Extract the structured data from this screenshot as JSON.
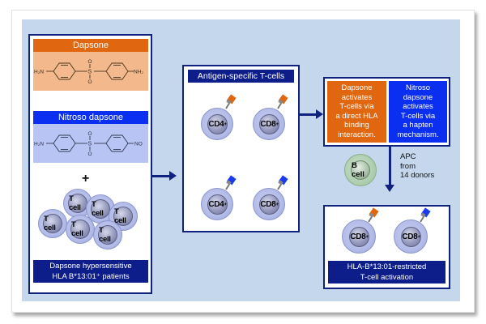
{
  "left_panel": {
    "dapsone": {
      "title": "Dapsone",
      "left_group": "H₂N",
      "right_group": "NH₂",
      "sulfonyl": {
        "s": "S",
        "o_top": "O",
        "o_bottom": "O"
      },
      "header_color": "#e0660f",
      "body_color": "#f3b98d"
    },
    "nitroso_dapsone": {
      "title": "Nitroso dapsone",
      "left_group": "H₂N",
      "right_group": "NO",
      "sulfonyl": {
        "s": "S",
        "o_top": "O",
        "o_bottom": "O"
      },
      "header_color": "#0a2ff0",
      "body_color": "#b8c4f4"
    },
    "plus": "+",
    "t_cells": [
      "T cell",
      "T cell",
      "T cell",
      "T cell",
      "T cell",
      "T cell"
    ],
    "caption_line1": "Dapsone hypersensitive",
    "caption_line2": "HLA B*13:01⁺ patients"
  },
  "middle_panel": {
    "title": "Antigen-specific T-cells",
    "cells": [
      {
        "label": "CD4",
        "sup": "+",
        "receptor": "orange"
      },
      {
        "label": "CD8",
        "sup": "+",
        "receptor": "orange"
      },
      {
        "label": "CD4",
        "sup": "+",
        "receptor": "blue"
      },
      {
        "label": "CD8",
        "sup": "+",
        "receptor": "blue"
      }
    ]
  },
  "mechanism_panel": {
    "dapsone_text": [
      "Dapsone",
      "activates",
      "T-cells via",
      "a direct HLA",
      "binding",
      "interaction."
    ],
    "nitroso_text": [
      "Nitroso",
      "dapsone",
      "activates",
      "T-cells via",
      "a hapten",
      "mechanism."
    ]
  },
  "apc": {
    "b_cell_label": "B cell",
    "text_lines": [
      "APC",
      "from",
      "14 donors"
    ]
  },
  "result_panel": {
    "cells": [
      {
        "label": "CD8",
        "sup": "+",
        "receptor": "orange"
      },
      {
        "label": "CD8",
        "sup": "+",
        "receptor": "blue"
      }
    ],
    "caption_line1": "HLA-B*13:01-restricted",
    "caption_line2": "T-cell activation"
  },
  "colors": {
    "navy": "#0d1d8a",
    "orange": "#e0660f",
    "blue": "#0a2ff0",
    "background": "#c5d7ec",
    "b_cell_green": "#a9ccaa"
  }
}
